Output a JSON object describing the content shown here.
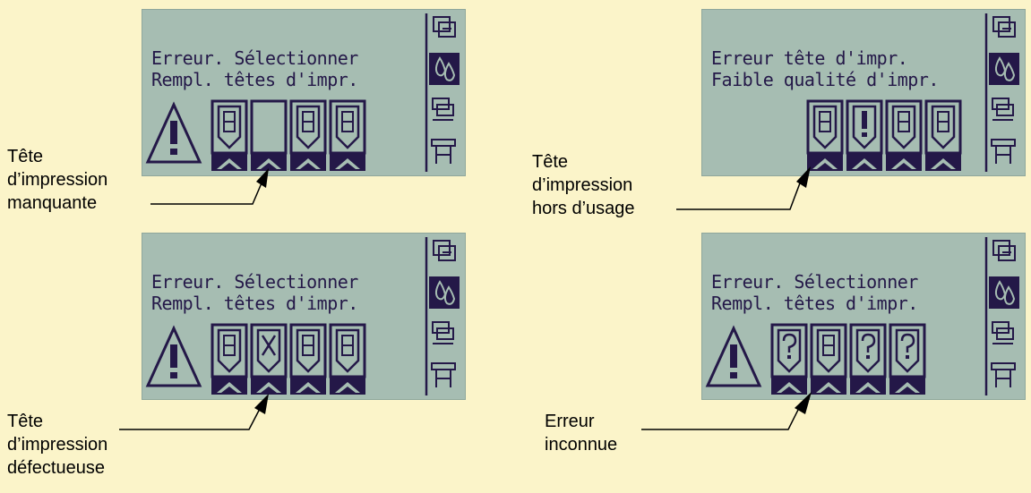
{
  "colors": {
    "background": "#FBF4C9",
    "lcd_background": "#A6BDB2",
    "lcd_ink": "#241848"
  },
  "panels": [
    {
      "line1": "Erreur. Sélectionner",
      "line2": "Rempl. têtes d'impr.",
      "warning_icon": true,
      "heads": [
        "ok",
        "missing",
        "ok",
        "ok"
      ],
      "caption": [
        "Tête",
        "d’impression",
        "manquante"
      ]
    },
    {
      "line1": "Erreur tête d'impr.",
      "line2": "Faible qualité d'impr.",
      "warning_icon": false,
      "heads": [
        "ok",
        "exclamation",
        "ok",
        "ok"
      ],
      "caption": [
        "Tête",
        "d’impression",
        "hors d’usage"
      ]
    },
    {
      "line1": "Erreur. Sélectionner",
      "line2": "Rempl. têtes d'impr.",
      "warning_icon": true,
      "heads": [
        "ok",
        "defective",
        "ok",
        "ok"
      ],
      "caption": [
        "Tête",
        "d’impression",
        "défectueuse"
      ]
    },
    {
      "line1": "Erreur. Sélectionner",
      "line2": "Rempl. têtes d'impr.",
      "warning_icon": true,
      "heads": [
        "unknown",
        "ok",
        "unknown",
        "unknown"
      ],
      "caption": [
        "Erreur",
        "inconnue"
      ]
    }
  ],
  "menu_icons": [
    "print-queue-icon",
    "ink-drops-icon",
    "paper-stack-icon",
    "printer-stand-icon"
  ],
  "selected_menu_icon": "ink-drops-icon"
}
